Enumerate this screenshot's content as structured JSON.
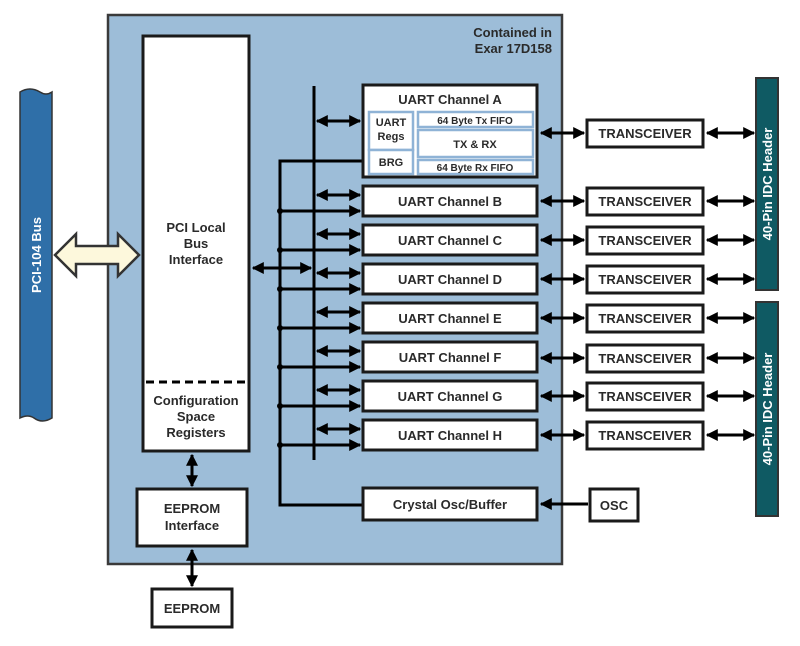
{
  "colors": {
    "chip_fill": "#9dbdd8",
    "chip_border": "#3a3a3a",
    "pci_bus": "#2f6fa8",
    "header_fill": "#0f5a63",
    "arrow_fill": "#fdf8dc",
    "sub_border": "#8fb3d6"
  },
  "chip": {
    "label_line1": "Contained in",
    "label_line2": "Exar 17D158"
  },
  "pci_bus": {
    "label": "PCI-104 Bus"
  },
  "pci_interface": {
    "line1": "PCI Local",
    "line2": "Bus",
    "line3": "Interface",
    "config_line1": "Configuration",
    "config_line2": "Space",
    "config_line3": "Registers"
  },
  "eeprom_interface": {
    "line1": "EEPROM",
    "line2": "Interface"
  },
  "eeprom": {
    "label": "EEPROM"
  },
  "uart_a": {
    "title": "UART Channel A",
    "regs_line1": "UART",
    "regs_line2": "Regs",
    "brg": "BRG",
    "tx_fifo": "64 Byte Tx FIFO",
    "txrx": "TX & RX",
    "rx_fifo": "64 Byte Rx FIFO"
  },
  "uart_channels": [
    {
      "label": "UART Channel B"
    },
    {
      "label": "UART Channel C"
    },
    {
      "label": "UART Channel D"
    },
    {
      "label": "UART Channel E"
    },
    {
      "label": "UART Channel F"
    },
    {
      "label": "UART Channel G"
    },
    {
      "label": "UART Channel H"
    }
  ],
  "transceivers": [
    {
      "label": "TRANSCEIVER"
    },
    {
      "label": "TRANSCEIVER"
    },
    {
      "label": "TRANSCEIVER"
    },
    {
      "label": "TRANSCEIVER"
    },
    {
      "label": "TRANSCEIVER"
    },
    {
      "label": "TRANSCEIVER"
    },
    {
      "label": "TRANSCEIVER"
    },
    {
      "label": "TRANSCEIVER"
    }
  ],
  "crystal": {
    "label": "Crystal Osc/Buffer"
  },
  "osc": {
    "label": "OSC"
  },
  "headers": [
    {
      "label": "40-Pin IDC Header"
    },
    {
      "label": "40-Pin IDC Header"
    }
  ]
}
